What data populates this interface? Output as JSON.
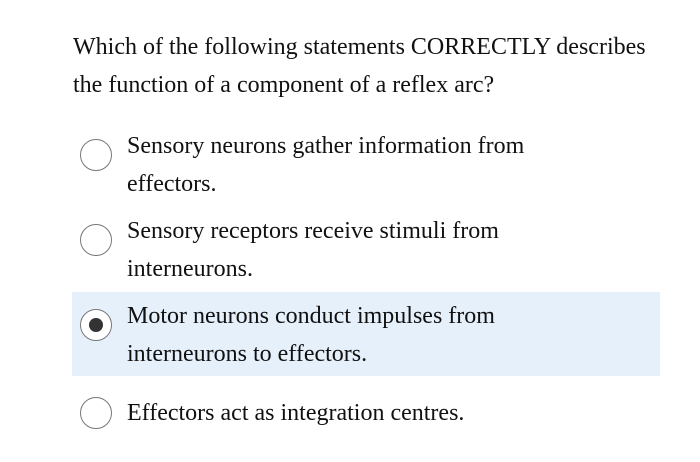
{
  "question": "Which of the following statements CORRECTLY describes the function of a component of a reflex arc?",
  "options": [
    {
      "label": "Sensory neurons gather information from effectors.",
      "selected": false
    },
    {
      "label": "Sensory receptors receive stimuli from interneurons.",
      "selected": false
    },
    {
      "label": "Motor neurons conduct impulses from interneurons to effectors.",
      "selected": true
    },
    {
      "label": "Effectors act as integration centres.",
      "selected": false
    }
  ],
  "colors": {
    "selected_bg": "#e6f0fb",
    "radio_dot": "#333333"
  }
}
